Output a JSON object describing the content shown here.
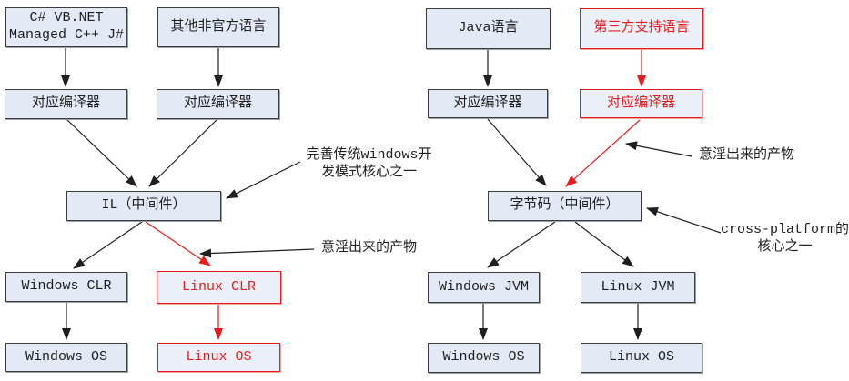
{
  "colors": {
    "box_fill": "#e3eaf5",
    "box_border": "#3d3d3d",
    "accent_red": "#e81c1c",
    "line_black": "#1f1f1f",
    "background": "#ffffff"
  },
  "left_flow": {
    "official_languages": {
      "line1": "C# VB.NET",
      "line2": "Managed C++ J#"
    },
    "other_languages": "其他非官方语言",
    "compiler_official": "对应编译器",
    "compiler_other": "对应编译器",
    "intermediate": "IL（中间件）",
    "windows_clr": "Windows CLR",
    "linux_clr": "Linux CLR",
    "windows_os": "Windows OS",
    "linux_os": "Linux OS",
    "note_core": {
      "line1": "完善传统windows开",
      "line2": "发模式核心之一"
    },
    "note_fantasy": "意淫出来的产物"
  },
  "right_flow": {
    "java_language": "Java语言",
    "third_party_languages": "第三方支持语言",
    "compiler_java": "对应编译器",
    "compiler_third_party": "对应编译器",
    "intermediate": "字节码（中间件）",
    "windows_jvm": "Windows JVM",
    "linux_jvm": "Linux JVM",
    "windows_os": "Windows OS",
    "linux_os": "Linux OS",
    "note_fantasy": "意淫出来的产物",
    "note_core": {
      "line1": "cross-platform的",
      "line2": "核心之一"
    }
  }
}
